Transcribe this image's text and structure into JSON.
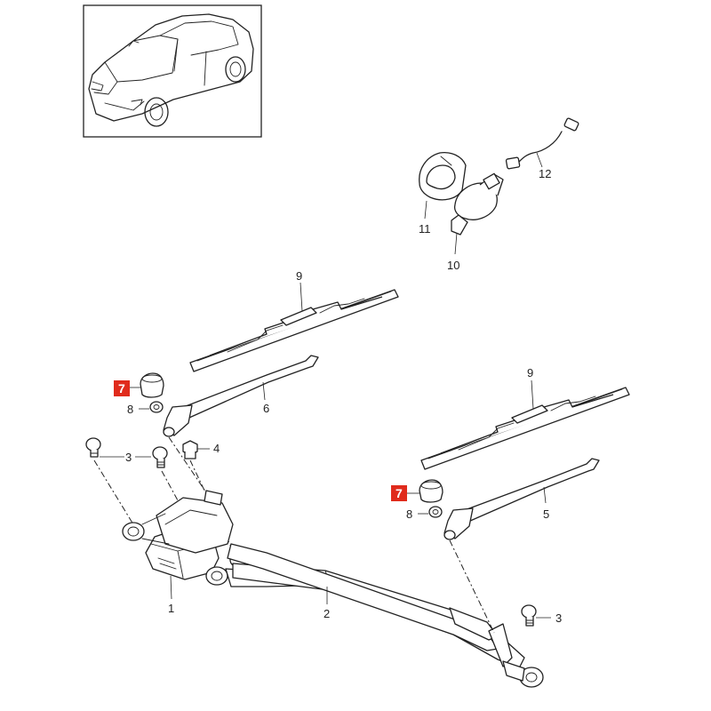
{
  "colors": {
    "line": "#222222",
    "background": "#ffffff",
    "highlight": "#e02b1c"
  },
  "callouts": {
    "part_1": "1",
    "part_2": "2",
    "part_3_a": "3",
    "part_3_b": "3",
    "part_4": "4",
    "part_5": "5",
    "part_6": "6",
    "part_7_a": "7",
    "part_7_b": "7",
    "part_8_a": "8",
    "part_8_b": "8",
    "part_9_a": "9",
    "part_9_b": "9",
    "part_10": "10",
    "part_11": "11",
    "part_12": "12"
  }
}
